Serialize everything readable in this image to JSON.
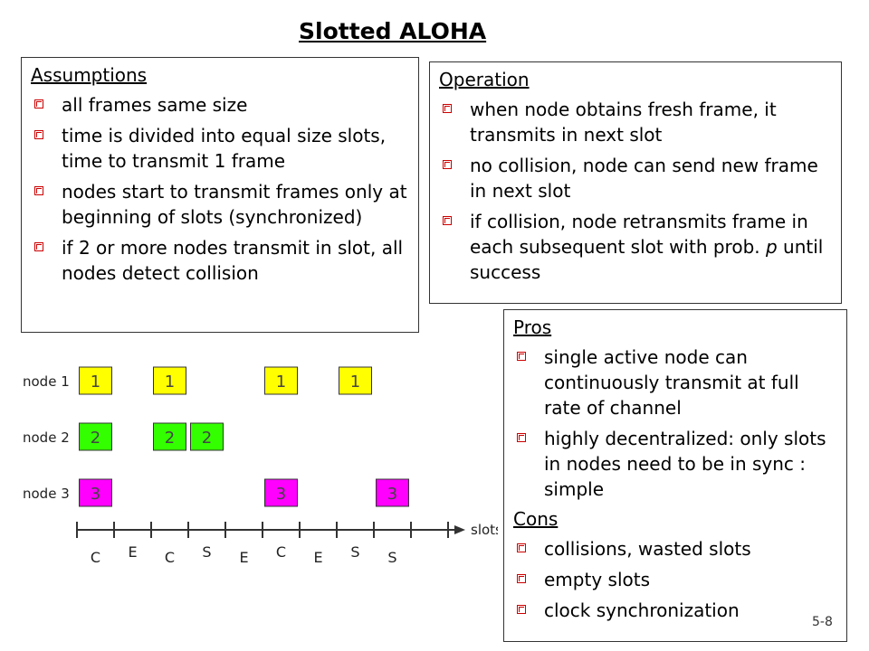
{
  "title": "Slotted ALOHA",
  "assumptions": {
    "heading": "Assumptions",
    "items": [
      "all frames same size",
      "time is divided into equal size slots, time to transmit 1 frame",
      "nodes start to transmit frames only at beginning of slots (synchronized)",
      "if 2 or more nodes transmit in slot, all nodes detect collision"
    ]
  },
  "operation": {
    "heading": "Operation",
    "items": [
      "when node obtains fresh frame, it transmits in next slot",
      "no collision, node can send new frame in next slot",
      "if collision, node retransmits frame in each subsequent slot with prob."
    ],
    "item3_var": "p",
    "item3_tail": "until success"
  },
  "pros": {
    "heading": "Pros",
    "items": [
      "single active node can continuously transmit at full rate of channel",
      "highly decentralized: only slots in nodes need to be in sync :  simple"
    ]
  },
  "cons": {
    "heading": "Cons",
    "items": [
      "collisions, wasted slots",
      "empty slots",
      "clock synchronization"
    ]
  },
  "diagram": {
    "axis_label": "slots",
    "outcomes": [
      "C",
      "E",
      "C",
      "S",
      "E",
      "C",
      "E",
      "S",
      "S"
    ],
    "nodes": [
      {
        "label": "node 1",
        "number": "1",
        "color": "#ffff00",
        "slots": [
          0,
          2,
          5,
          7
        ]
      },
      {
        "label": "node 2",
        "number": "2",
        "color": "#33ff00",
        "slots": [
          0,
          2,
          3
        ]
      },
      {
        "label": "node 3",
        "number": "3",
        "color": "#ff00ff",
        "slots": [
          0,
          5,
          8
        ]
      }
    ]
  },
  "page_number": "5-8"
}
